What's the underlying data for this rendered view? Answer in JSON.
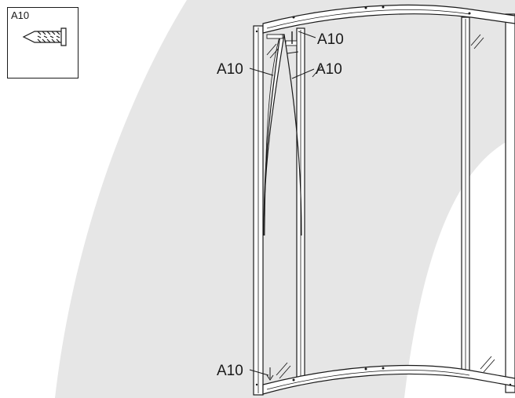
{
  "part_key": {
    "code": "A10",
    "icon": "wall-plug-anchor-icon"
  },
  "callouts": {
    "top_right": "A10",
    "upper_left": "A10",
    "middle_right": "A10",
    "bottom_left": "A10"
  },
  "colors": {
    "background_arc": "#e6e6e6",
    "line": "#1a1a1a",
    "frame_fill": "#ffffff"
  }
}
